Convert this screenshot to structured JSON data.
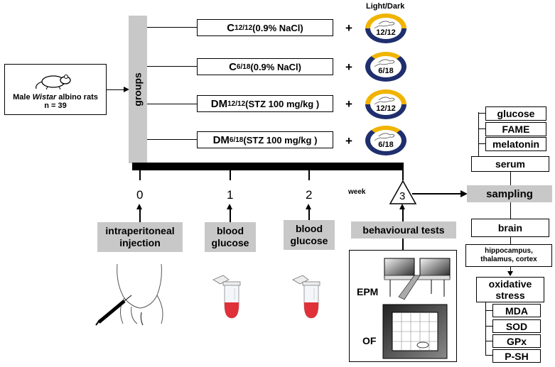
{
  "subject": {
    "line1_a": "Male ",
    "line1_b": "Wistar",
    "line1_c": " albino rats",
    "line2": "n = 39"
  },
  "groups_label": "groups",
  "light_dark_header": "Light/Dark",
  "group_rows": [
    {
      "main": "C",
      "sub": "12/12",
      "rest": " (0.9% NaCl)",
      "plus": "+",
      "cycle": "12/12"
    },
    {
      "main": "C",
      "sub": "6/18",
      "rest": " (0.9% NaCl)",
      "plus": "+",
      "cycle": "6/18"
    },
    {
      "main": "DM",
      "sub": "12/12",
      "rest": " (STZ 100 mg/kg )",
      "plus": "+",
      "cycle": "12/12"
    },
    {
      "main": "DM",
      "sub": "6/18",
      "rest": " (STZ 100 mg/kg )",
      "plus": "+",
      "cycle": "6/18"
    }
  ],
  "timeline": {
    "week_label": "week",
    "ticks": [
      "0",
      "1",
      "2",
      "3"
    ],
    "events": [
      {
        "line1": "intraperitoneal",
        "line2": "injection"
      },
      {
        "line1": "blood",
        "line2": "glucose"
      },
      {
        "line1": "blood",
        "line2": "glucose"
      },
      {
        "line1": "behavioural tests",
        "line2": ""
      }
    ]
  },
  "behaviour_tests": [
    "EPM",
    "OF"
  ],
  "sampling": {
    "label": "sampling",
    "serum": "serum",
    "serum_items": [
      "glucose",
      "FAME",
      "melatonin"
    ],
    "brain": "brain",
    "brain_regions": {
      "line1": "hippocampus,",
      "line2": "thalamus, cortex"
    },
    "oxidative": {
      "line1": "oxidative",
      "line2": "stress"
    },
    "oxidative_items": [
      "MDA",
      "SOD",
      "GPx",
      "P-SH"
    ]
  },
  "colors": {
    "gray_box": "#c8c8c8",
    "ring_navy": "#1f2f6e",
    "ring_gold": "#f0b400",
    "tube_red": "#e0303a"
  }
}
